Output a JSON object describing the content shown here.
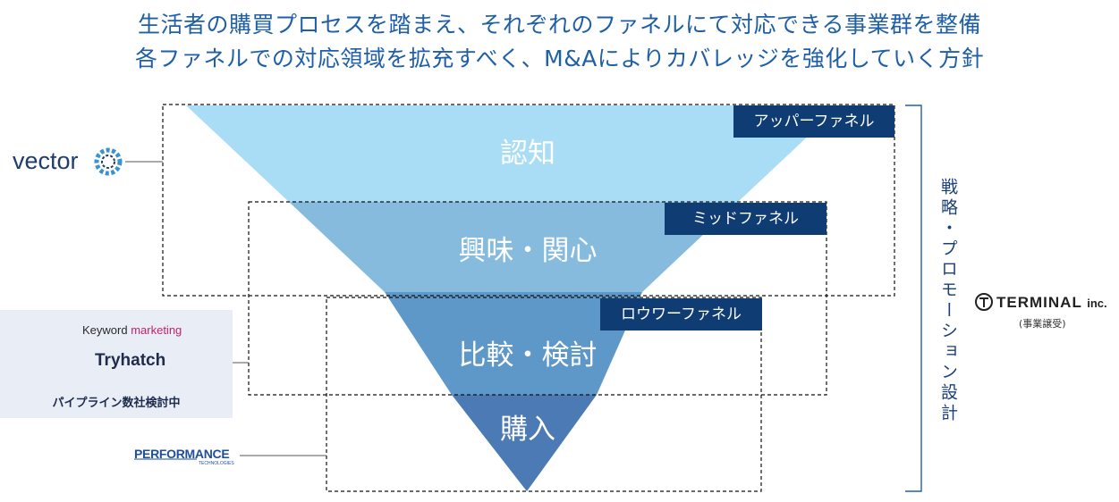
{
  "title": {
    "line1": "生活者の購買プロセスを踏まえ、それぞれのファネルにて対応できる事業群を整備",
    "line2": "各ファネルでの対応領域を拡充すべく、M&Aによりカバレッジを強化していく方針"
  },
  "funnel": {
    "stages": [
      {
        "label": "認知",
        "color": "#a9ddf6"
      },
      {
        "label": "興味・関心",
        "color": "#86bbde"
      },
      {
        "label": "比較・検討",
        "color": "#5d98c9"
      },
      {
        "label": "購入",
        "color": "#4b7ab4"
      }
    ],
    "tags": {
      "upper": "アッパーファネル",
      "mid": "ミッドファネル",
      "lower": "ロウワーファネル"
    },
    "tag_color": "#0f3d73"
  },
  "strategy_label": "戦略・プロモーション設計",
  "companies": {
    "vector": "vector",
    "keyword_prefix": "Keyword",
    "keyword_suffix": "marketing",
    "tryhatch": "Tryhatch",
    "pipeline_note": "パイプライン数社検討中",
    "performance": "PERFORMANCE",
    "performance_sub": "TECHNOLOGIES",
    "terminal": "TERMINAL",
    "terminal_inc": "inc.",
    "terminal_note": "(事業譲受)"
  }
}
